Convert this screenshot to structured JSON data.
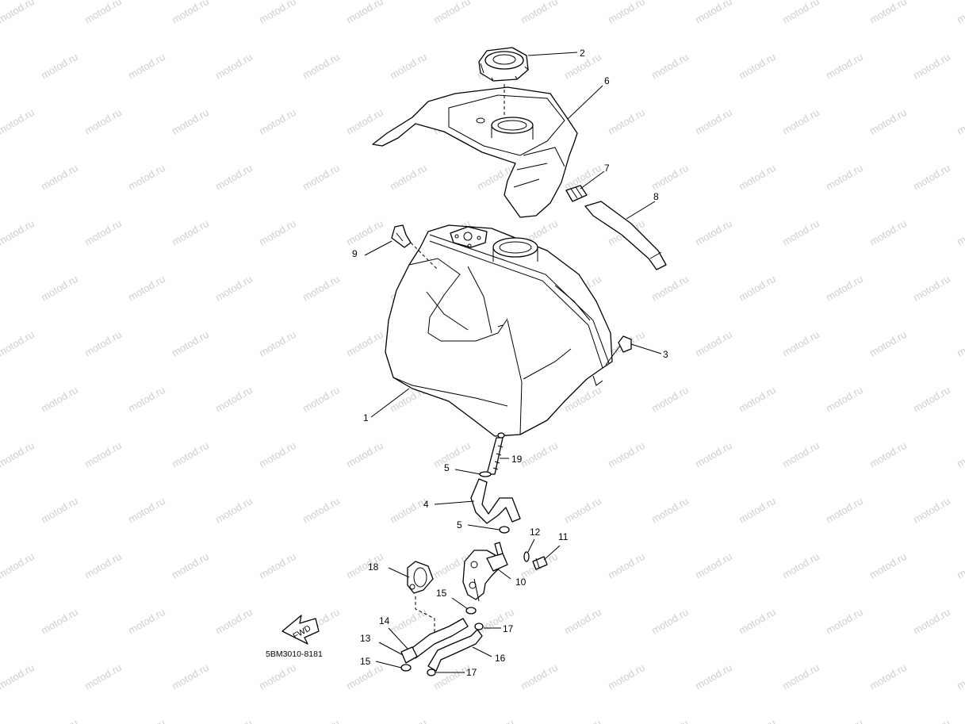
{
  "watermark": {
    "text": "motod.ru",
    "color": "#cfcfcf"
  },
  "diagram_code": "5BM3010-8181",
  "fwd_label": "FWD",
  "callouts": {
    "c1": "1",
    "c2": "2",
    "c3": "3",
    "c4": "4",
    "c5a": "5",
    "c5b": "5",
    "c6": "6",
    "c7": "7",
    "c8": "8",
    "c9": "9",
    "c10": "10",
    "c11": "11",
    "c12": "12",
    "c13": "13",
    "c14": "14",
    "c15a": "15",
    "c15b": "15",
    "c16": "16",
    "c17a": "17",
    "c17b": "17",
    "c18": "18",
    "c19": "19"
  }
}
